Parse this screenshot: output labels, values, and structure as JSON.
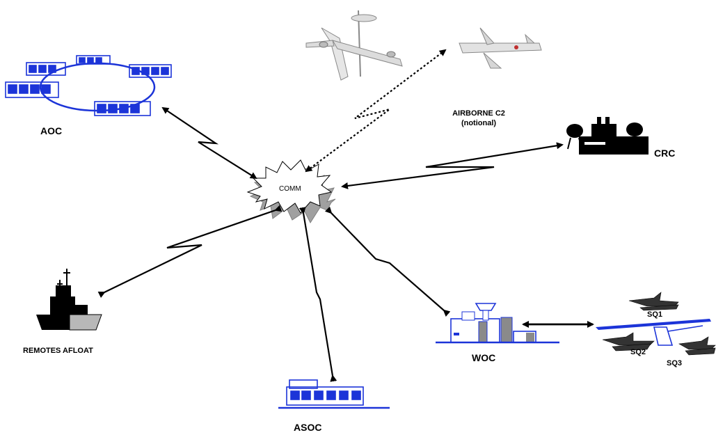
{
  "center": {
    "label": "COMM"
  },
  "nodes": {
    "aoc": {
      "label": "AOC"
    },
    "airborne": {
      "label_line1": "AIRBORNE C2",
      "label_line2": "(notional)"
    },
    "crc": {
      "label": "CRC"
    },
    "remotes": {
      "label": "REMOTES AFLOAT"
    },
    "asoc": {
      "label": "ASOC"
    },
    "woc": {
      "label": "WOC"
    },
    "squadrons": {
      "sq1": "SQ1",
      "sq2": "SQ2",
      "sq3": "SQ3"
    }
  },
  "colors": {
    "blue": "#1c34d8",
    "black": "#000000",
    "grey": "#9a9a9a"
  }
}
